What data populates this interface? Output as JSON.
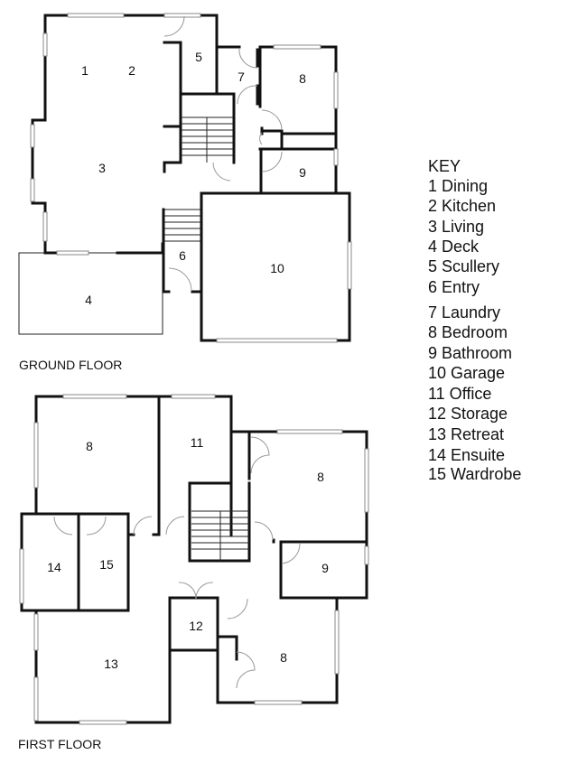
{
  "ground_floor": {
    "caption": "GROUND FLOOR",
    "rooms": {
      "dining": "1",
      "kitchen": "2",
      "living": "3",
      "deck": "4",
      "scullery": "5",
      "entry": "6",
      "laundry": "7",
      "bedroom": "8",
      "bathroom": "9",
      "garage": "10"
    }
  },
  "first_floor": {
    "caption": "FIRST FLOOR",
    "rooms": {
      "bedroom_a": "8",
      "office": "11",
      "bedroom_b": "8",
      "ensuite": "14",
      "wardrobe": "15",
      "bathroom": "9",
      "storage": "12",
      "retreat": "13",
      "bedroom_c": "8"
    }
  },
  "key": {
    "title": "KEY",
    "items": [
      "1 Dining",
      "2 Kitchen",
      "3 Living",
      "4 Deck",
      "5 Scullery",
      "6 Entry",
      "7 Laundry",
      "8 Bedroom",
      "9 Bathroom",
      "10 Garage",
      "11 Office",
      "12 Storage",
      "13 Retreat",
      "14 Ensuite",
      "15 Wardrobe"
    ]
  }
}
